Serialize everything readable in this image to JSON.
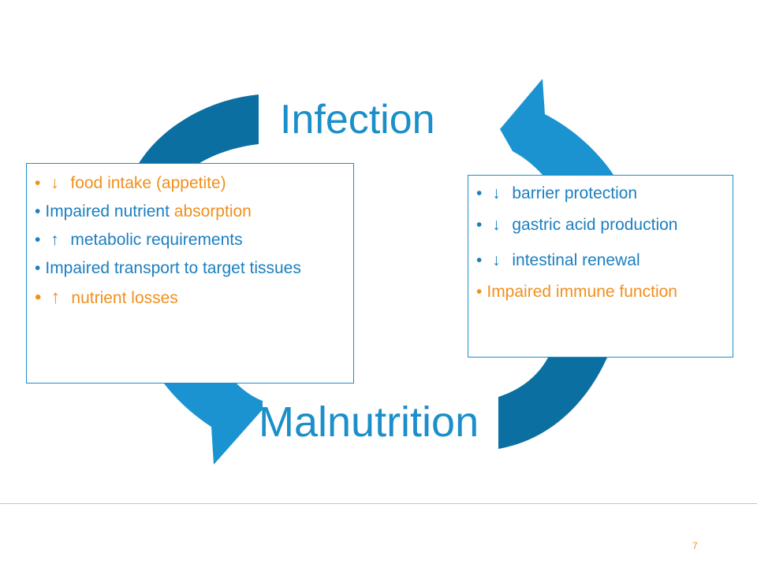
{
  "titles": {
    "infection": "Infection",
    "malnutrition": "Malnutrition"
  },
  "left_box": {
    "items": [
      {
        "bullet": "•",
        "arrow": "↓",
        "text": "food intake (appetite)"
      },
      {
        "bullet": "•",
        "text_a": "Impaired nutrient ",
        "text_b": "absorption"
      },
      {
        "bullet": "•",
        "arrow": "↑",
        "text": "metabolic requirements"
      },
      {
        "bullet": "•",
        "text": "Impaired transport to target tissues"
      },
      {
        "bullet": "•",
        "arrow": "↑",
        "text": "nutrient losses"
      }
    ]
  },
  "right_box": {
    "items": [
      {
        "bullet": "•",
        "arrow": "↓",
        "text": "barrier protection"
      },
      {
        "bullet": "•",
        "arrow": "↓",
        "text": "gastric acid production"
      },
      {
        "bullet": "•",
        "arrow": "↓",
        "text": "intestinal renewal"
      },
      {
        "bullet": "•",
        "text": "Impaired immune function"
      }
    ]
  },
  "footer": {
    "page_number": "7"
  },
  "colors": {
    "arrow_dark": "#0b6fa1",
    "arrow_light": "#1b93d0",
    "text_blue": "#1b7fc0",
    "text_orange": "#f0901e",
    "divider": "#e8bd90"
  },
  "icons": {
    "top_left_arrow": "curved-arrow-icon",
    "top_right_arrow": "curved-arrow-icon",
    "bottom_left_arrow": "curved-arrow-icon",
    "bottom_right_arrow": "curved-arrow-icon"
  }
}
